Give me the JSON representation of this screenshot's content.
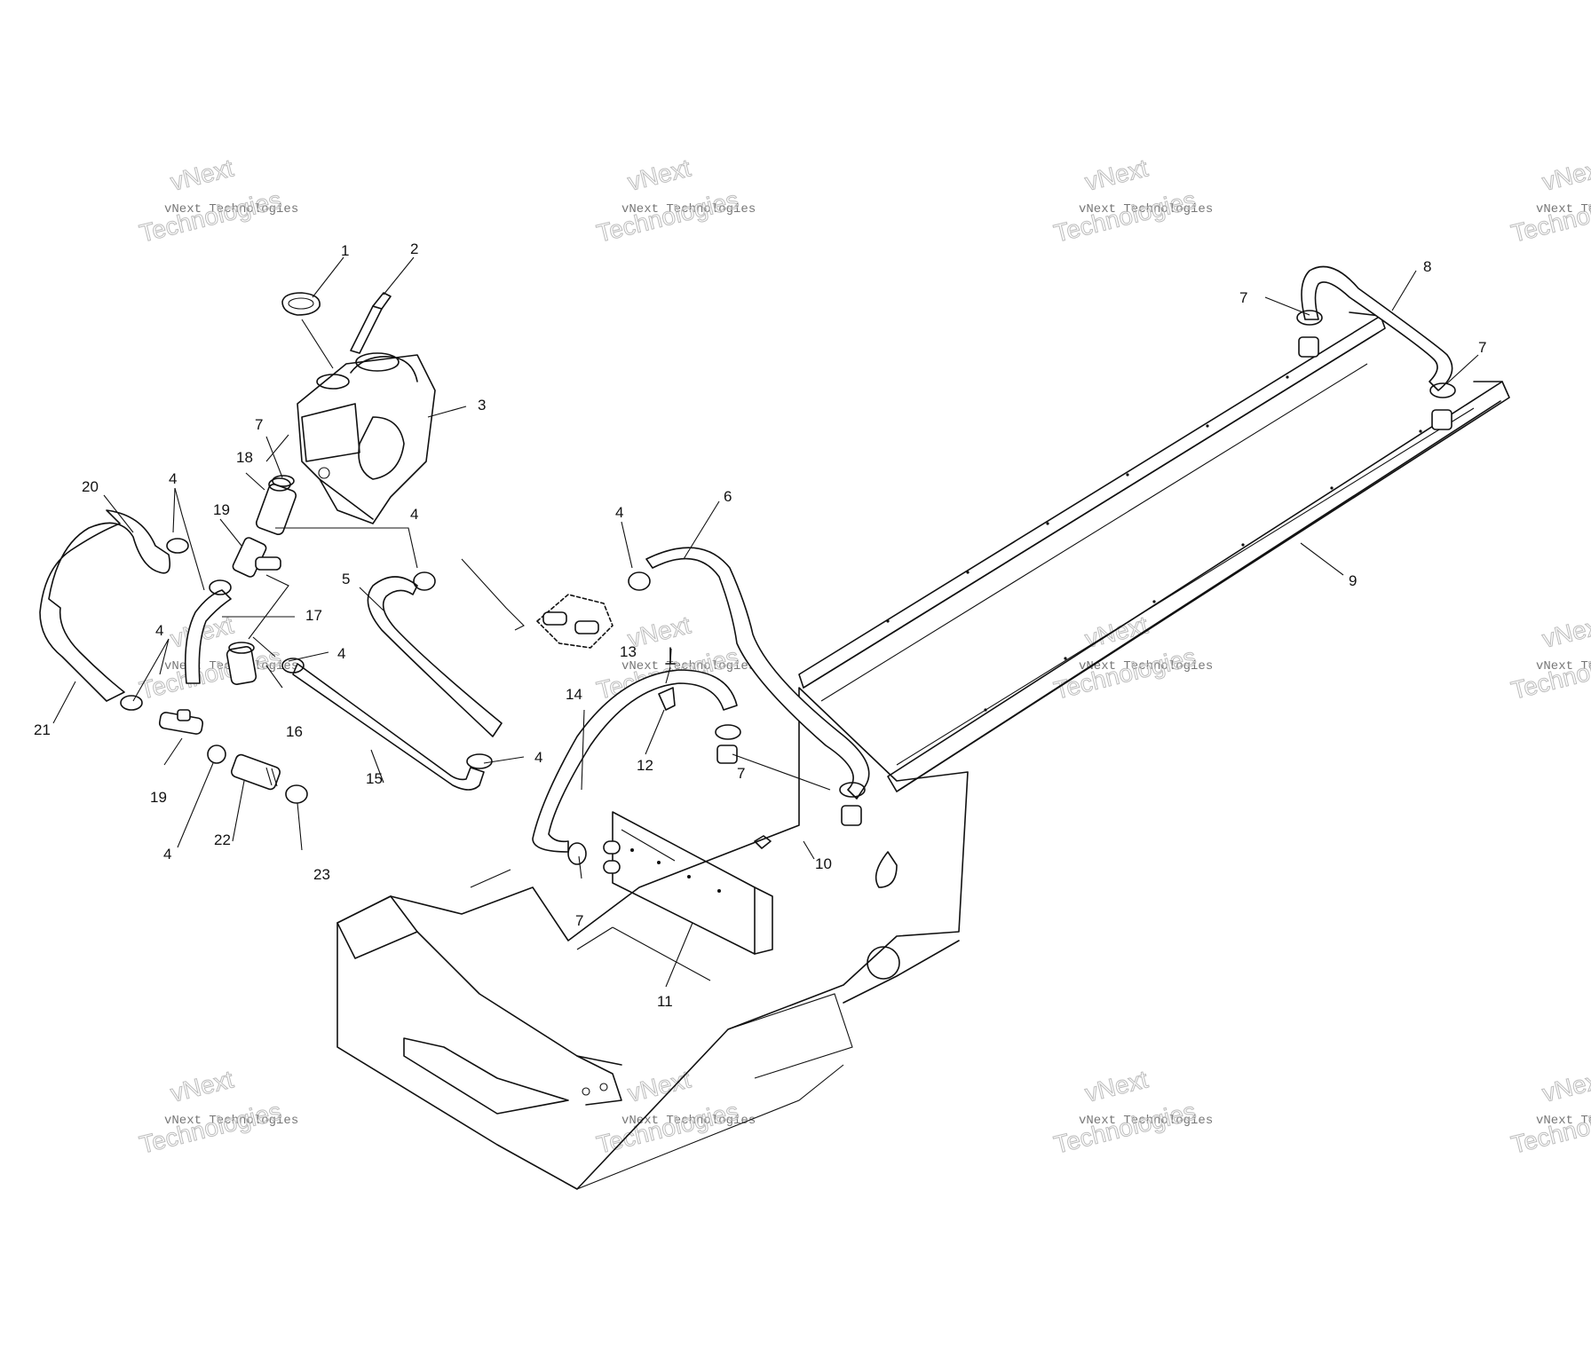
{
  "callouts": [
    {
      "id": "c1",
      "text": "1"
    },
    {
      "id": "c2",
      "text": "2"
    },
    {
      "id": "c3",
      "text": "3"
    },
    {
      "id": "c4a",
      "text": "4"
    },
    {
      "id": "c4b",
      "text": "4"
    },
    {
      "id": "c4c",
      "text": "4"
    },
    {
      "id": "c4d",
      "text": "4"
    },
    {
      "id": "c4e",
      "text": "4"
    },
    {
      "id": "c4f",
      "text": "4"
    },
    {
      "id": "c4g",
      "text": "4"
    },
    {
      "id": "c5",
      "text": "5"
    },
    {
      "id": "c6",
      "text": "6"
    },
    {
      "id": "c7a",
      "text": "7"
    },
    {
      "id": "c7b",
      "text": "7"
    },
    {
      "id": "c7c",
      "text": "7"
    },
    {
      "id": "c7d",
      "text": "7"
    },
    {
      "id": "c7e",
      "text": "7"
    },
    {
      "id": "c8",
      "text": "8"
    },
    {
      "id": "c9",
      "text": "9"
    },
    {
      "id": "c10",
      "text": "10"
    },
    {
      "id": "c11",
      "text": "11"
    },
    {
      "id": "c12",
      "text": "12"
    },
    {
      "id": "c13",
      "text": "13"
    },
    {
      "id": "c14",
      "text": "14"
    },
    {
      "id": "c15",
      "text": "15"
    },
    {
      "id": "c16",
      "text": "16"
    },
    {
      "id": "c17",
      "text": "17"
    },
    {
      "id": "c18",
      "text": "18"
    },
    {
      "id": "c19a",
      "text": "19"
    },
    {
      "id": "c19b",
      "text": "19"
    },
    {
      "id": "c20",
      "text": "20"
    },
    {
      "id": "c21",
      "text": "21"
    },
    {
      "id": "c22",
      "text": "22"
    },
    {
      "id": "c23",
      "text": "23"
    }
  ],
  "watermark": {
    "line1": "vNext",
    "line2": "vNext Technologies",
    "line3": "Technologies"
  }
}
